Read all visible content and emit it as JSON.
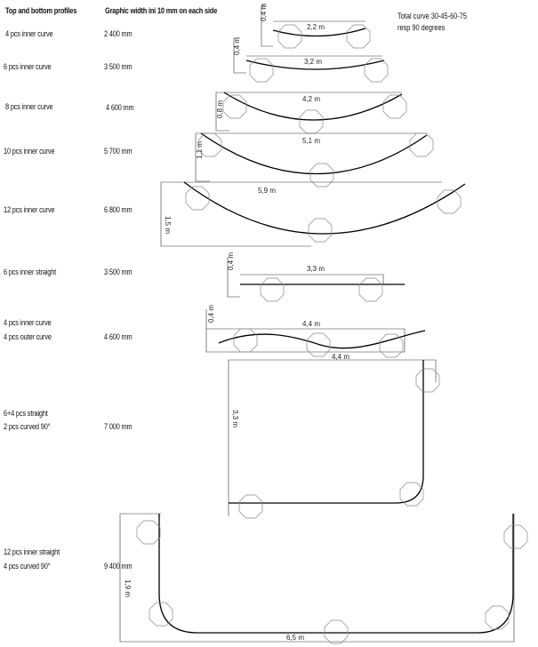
{
  "header": {
    "col1": "Top and bottom profiles",
    "col2": "Graphic width ini 10 mm on each side"
  },
  "note": {
    "line1": "Total curve 30-45-60-75",
    "line2": "resp 90 degrees"
  },
  "rows": [
    {
      "profile_lines": [
        "4 pcs inner curve"
      ],
      "width": "2 400 mm",
      "dims": [
        "0,4 m",
        "2,2 m"
      ]
    },
    {
      "profile_lines": [
        "6 pcs inner curve"
      ],
      "width": "3 500 mm",
      "dims": [
        "0,4 m",
        "3,2 m"
      ]
    },
    {
      "profile_lines": [
        "8 pcs inner curve"
      ],
      "width": "4 600 mm",
      "dims": [
        "0,8 m",
        "4,2 m"
      ]
    },
    {
      "profile_lines": [
        "10 pcs inner curve"
      ],
      "width": "5 700 mm",
      "dims": [
        "1,1 m",
        "5,1 m"
      ]
    },
    {
      "profile_lines": [
        "12 pcs inner curve"
      ],
      "width": "6 800 mm",
      "dims": [
        "1,5 m",
        "5,9 m"
      ]
    },
    {
      "profile_lines": [
        "6 pcs inner straight"
      ],
      "width": "3 500 mm",
      "dims": [
        "0,4 m",
        "3,3 m"
      ]
    },
    {
      "profile_lines": [
        "4 pcs inner curve",
        "4 pcs outer curve"
      ],
      "width": "4 600 mm",
      "dims": [
        "0,4 m",
        "4,4 m",
        "4,4 m"
      ]
    },
    {
      "profile_lines": [
        "6+4 pcs straight",
        "2 pcs curved 90°"
      ],
      "width": "7 000 mm",
      "dims": [
        "3,3 m"
      ]
    },
    {
      "profile_lines": [
        "12 pcs inner straight",
        "4 pcs curved 90°"
      ],
      "width": "9 400 mm",
      "dims": [
        "1,9 m",
        "6,5 m"
      ]
    }
  ]
}
